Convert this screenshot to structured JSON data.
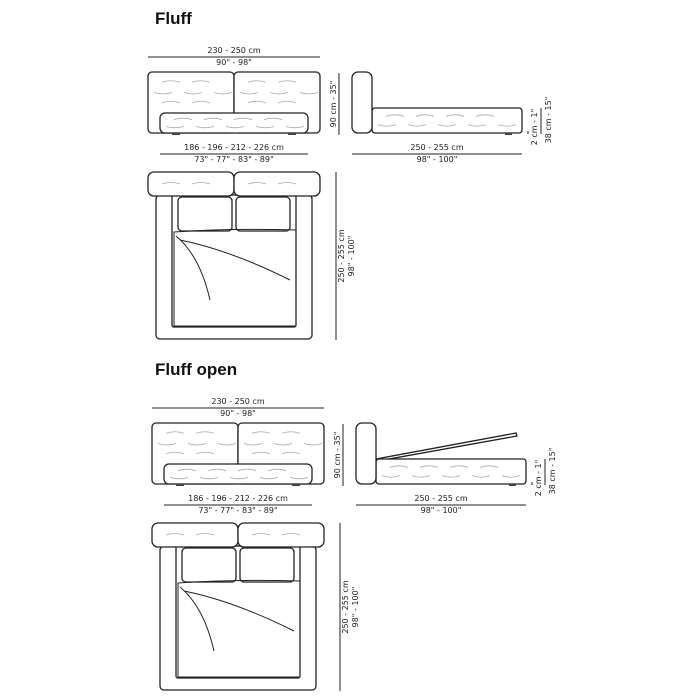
{
  "sections": [
    {
      "title": "Fluff",
      "front": {
        "width_cm": "230 - 250 cm",
        "width_in": "90\" - 98\"",
        "height": "90 cm - 35\"",
        "base_cm": "186 - 196 - 212 - 226 cm",
        "base_in": "73\" - 77\" - 83\" - 89\""
      },
      "side": {
        "length_cm": "250 - 255 cm",
        "length_in": "98\" - 100\"",
        "foot": "2 cm - 1\"",
        "base_height": "38 cm - 15\""
      },
      "plan": {
        "length": "250 - 255 cm",
        "length_in": "98\" - 100\""
      },
      "open": false
    },
    {
      "title": "Fluff open",
      "front": {
        "width_cm": "230 - 250 cm",
        "width_in": "90\" - 98\"",
        "height": "90 cm - 35\"",
        "base_cm": "186 - 196 - 212 - 226 cm",
        "base_in": "73\" - 77\" - 83\" - 89\""
      },
      "side": {
        "length_cm": "250 - 255 cm",
        "length_in": "98\" - 100\"",
        "foot": "2 cm - 1\"",
        "base_height": "38 cm - 15\""
      },
      "plan": {
        "length": "250 - 255 cm",
        "length_in": "98\" - 100\""
      },
      "open": true
    }
  ]
}
